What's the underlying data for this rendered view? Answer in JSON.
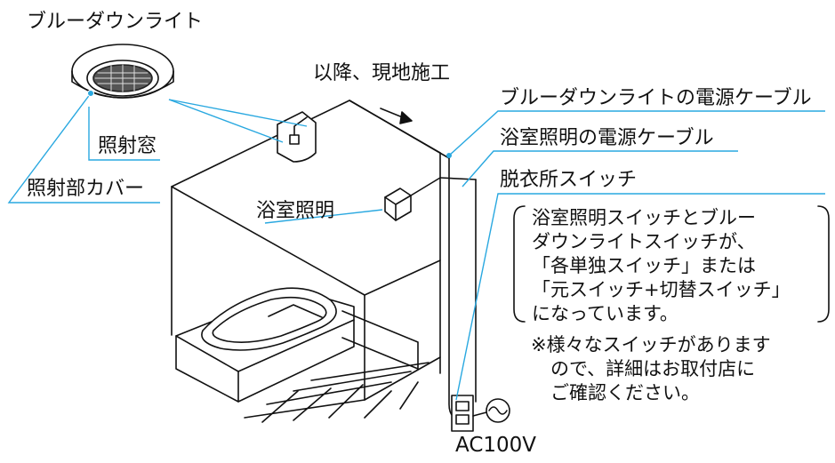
{
  "labels": {
    "blue_downlight": "ブルーダウンライト",
    "onsite_work": "以降、現地施工",
    "blue_downlight_cable": "ブルーダウンライトの電源ケーブル",
    "bath_light_cable": "浴室照明の電源ケーブル",
    "irradiation_window": "照射窓",
    "dressing_room_switch": "脱衣所スイッチ",
    "irradiation_cover": "照射部カバー",
    "bath_light": "浴室照明",
    "power_source": "AC100V"
  },
  "switch_note": {
    "lines": [
      "浴室照明スイッチとブルー",
      "ダウンライトスイッチが、",
      "「各単独スイッチ」または",
      "「元スイッチ+切替スイッチ」",
      "になっています。"
    ]
  },
  "disclaimer": {
    "lines": [
      "※様々なスイッチがあります",
      "ので、詳細はお取付店に",
      "ご確認ください。"
    ]
  },
  "colors": {
    "leader": "#29a8e0",
    "line": "#111111"
  }
}
